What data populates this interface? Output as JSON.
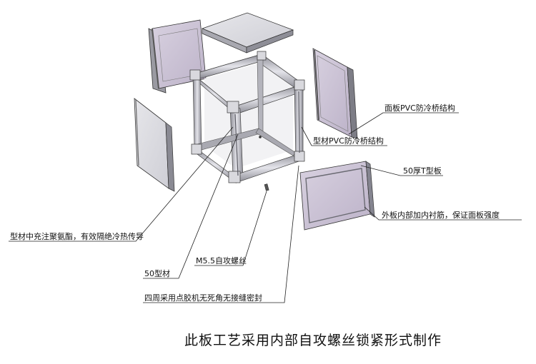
{
  "callouts": {
    "face_panel_pvc": "面板PVC防冷桥结构",
    "profile_pvc": "型材PVC防冷桥结构",
    "t_panel_50": "50厚T型板",
    "outer_panel_lining": "外板内部加内衬筋，保证面板强度",
    "polyurethane_fill": "型材中充注聚氨酯，有效隔绝冷热传导",
    "m55_screw": "M5.5自攻螺丝",
    "profile_50": "50型材",
    "glue_seal": "四周采用点胶机无死角无接缝密封"
  },
  "caption": "此板工艺采用内部自攻螺丝锁紧形式制作",
  "colors": {
    "panel_face": "#cdc4d6",
    "panel_face_light": "#dcdce0",
    "frame": "#bcbcc4",
    "frame_dark": "#6f6f78",
    "frame_light": "#e6e6ea",
    "leader": "#222222"
  }
}
